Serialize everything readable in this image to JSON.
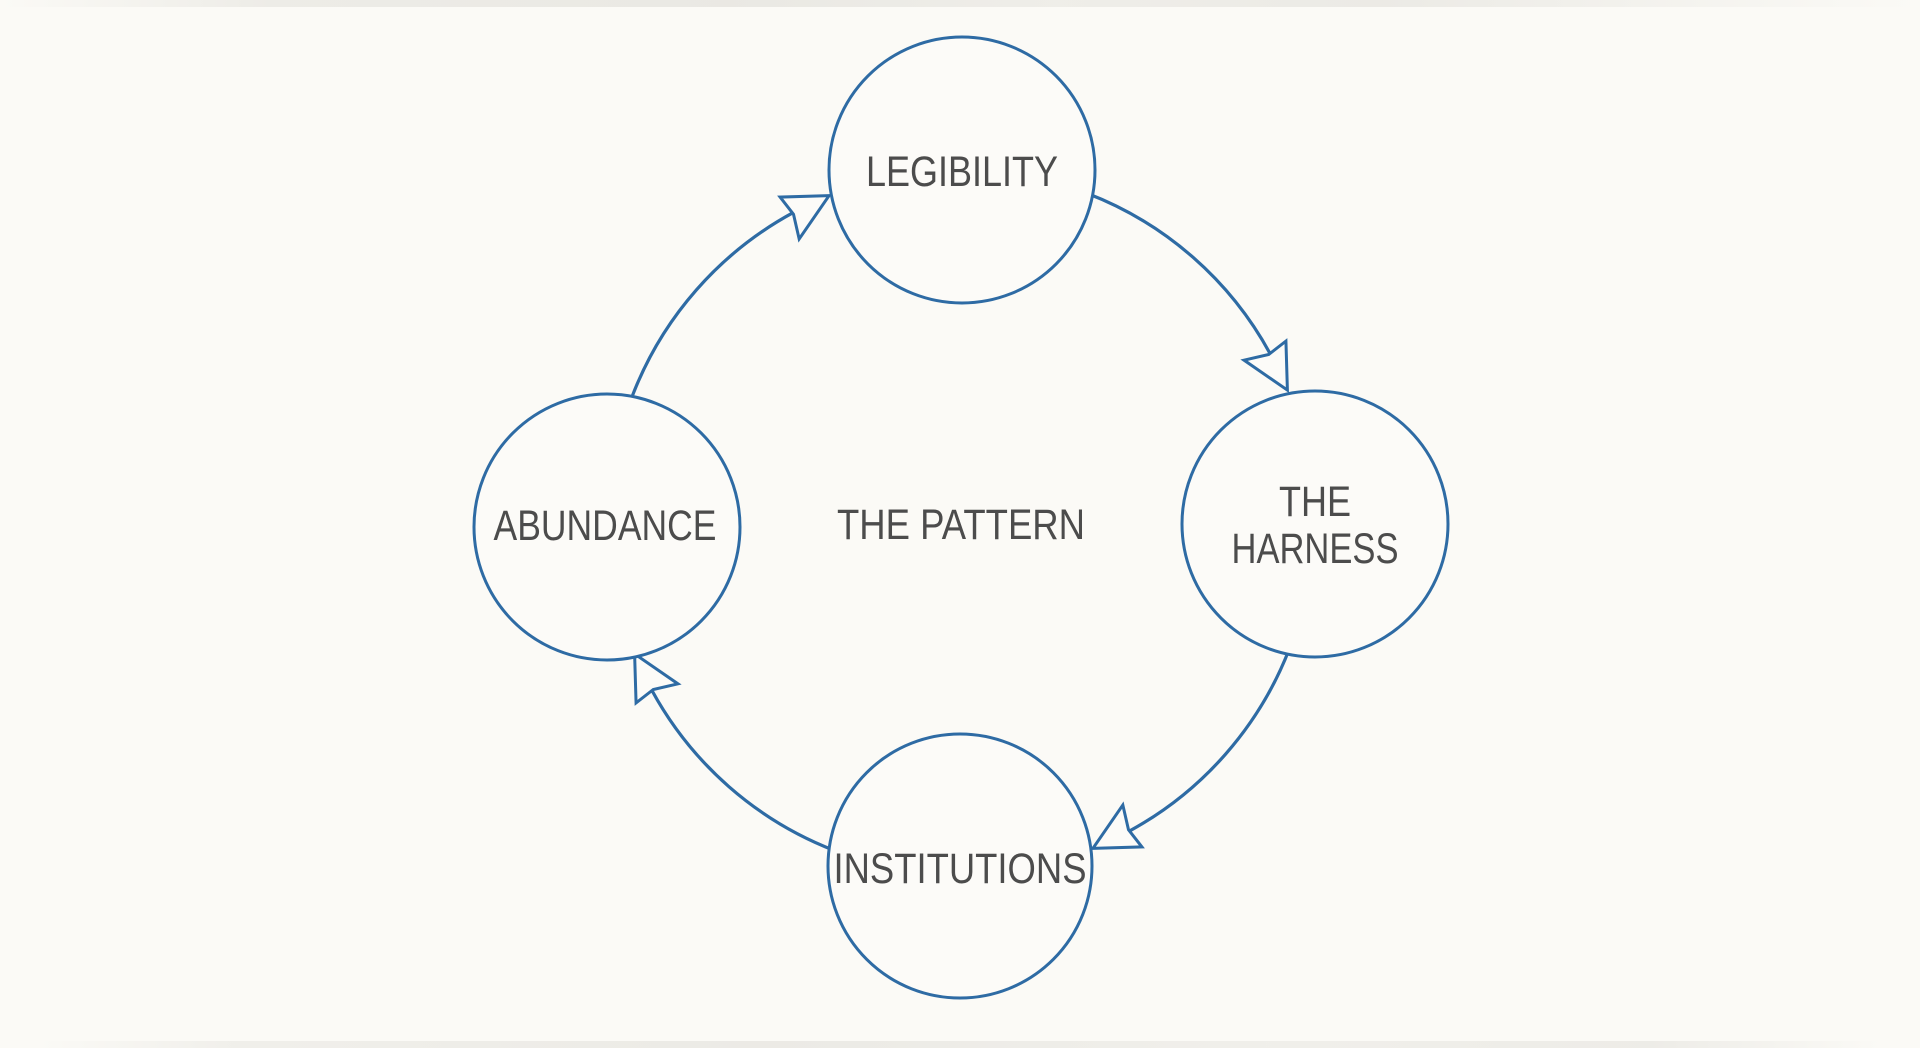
{
  "diagram": {
    "center_label": "THE PATTERN",
    "nodes": [
      {
        "id": "legibility",
        "position": "top",
        "label": "LEGIBILITY"
      },
      {
        "id": "the-harness",
        "position": "right",
        "label": "THE HARNESS",
        "lines": [
          "THE",
          "HARNESS"
        ]
      },
      {
        "id": "institutions",
        "position": "bottom",
        "label": "INSTITUTIONS"
      },
      {
        "id": "abundance",
        "position": "left",
        "label": "ABUNDANCE"
      }
    ],
    "edges": [
      {
        "from": "abundance",
        "to": "legibility"
      },
      {
        "from": "legibility",
        "to": "the-harness"
      },
      {
        "from": "the-harness",
        "to": "institutions"
      },
      {
        "from": "institutions",
        "to": "abundance"
      }
    ],
    "flow_direction": "clockwise",
    "colors": {
      "line": "#2e6ba4",
      "text": "#4c4c4c",
      "background": "#fbfaf6"
    }
  }
}
